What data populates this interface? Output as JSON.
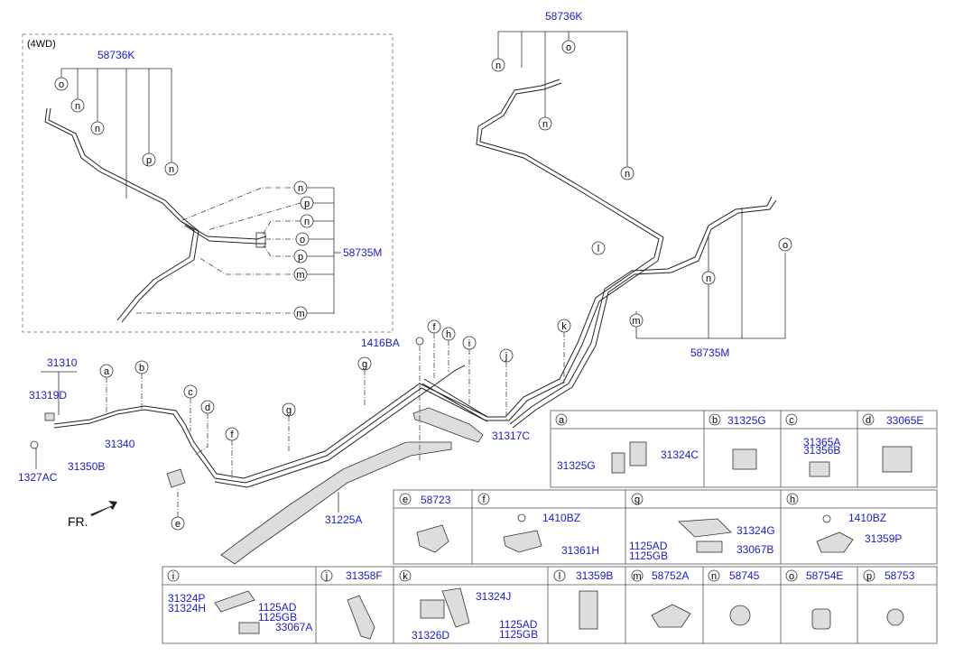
{
  "variant_label": "(4WD)",
  "front_label": "FR.",
  "callouts_4wd_top": {
    "main": "58736K",
    "items": [
      "o",
      "n",
      "n",
      "p",
      "n"
    ]
  },
  "callouts_4wd_right": {
    "main": "58735M",
    "items": [
      "n",
      "p",
      "n",
      "o",
      "p",
      "m",
      "m"
    ]
  },
  "callouts_2wd_top": {
    "main": "58736K",
    "items": [
      "n",
      "o",
      "n",
      "n"
    ]
  },
  "callouts_2wd_bottom": {
    "main": "58735M",
    "items": [
      "m",
      "n",
      "l",
      "o"
    ]
  },
  "main_parts": {
    "p31310": "31310",
    "p31319D": "31319D",
    "p1327AC": "1327AC",
    "p31340": "31340",
    "p31350B": "31350B",
    "p31225A": "31225A",
    "p31317C": "31317C",
    "p1416BA": "1416BA"
  },
  "main_letters": [
    "a",
    "b",
    "c",
    "d",
    "e",
    "f",
    "g",
    "f",
    "h",
    "i",
    "j",
    "k"
  ],
  "table": {
    "row1": [
      {
        "letter": "a",
        "parts": [
          "31325G",
          "31324C"
        ]
      },
      {
        "letter": "b",
        "parts": [
          "31325G"
        ]
      },
      {
        "letter": "c",
        "parts": [
          "31365A",
          "31356B"
        ]
      },
      {
        "letter": "d",
        "parts": [
          "33065E"
        ]
      }
    ],
    "row2": [
      {
        "letter": "e",
        "parts": [
          "58723"
        ]
      },
      {
        "letter": "f",
        "parts": [
          "1410BZ",
          "31361H"
        ]
      },
      {
        "letter": "g",
        "parts": [
          "31324G",
          "1125AD",
          "1125GB",
          "33067B"
        ]
      },
      {
        "letter": "h",
        "parts": [
          "1410BZ",
          "31359P"
        ]
      }
    ],
    "row3": [
      {
        "letter": "i",
        "parts": [
          "31324P",
          "31324H",
          "1125AD",
          "1125GB",
          "33067A"
        ]
      },
      {
        "letter": "j",
        "parts": [
          "31358F"
        ]
      },
      {
        "letter": "k",
        "parts": [
          "31324J",
          "31326D",
          "1125AD",
          "1125GB"
        ]
      },
      {
        "letter": "l",
        "parts": [
          "31359B"
        ]
      },
      {
        "letter": "m",
        "parts": [
          "58752A"
        ]
      },
      {
        "letter": "n",
        "parts": [
          "58745"
        ]
      },
      {
        "letter": "o",
        "parts": [
          "58754E"
        ]
      },
      {
        "letter": "p",
        "parts": [
          "58753"
        ]
      }
    ]
  }
}
